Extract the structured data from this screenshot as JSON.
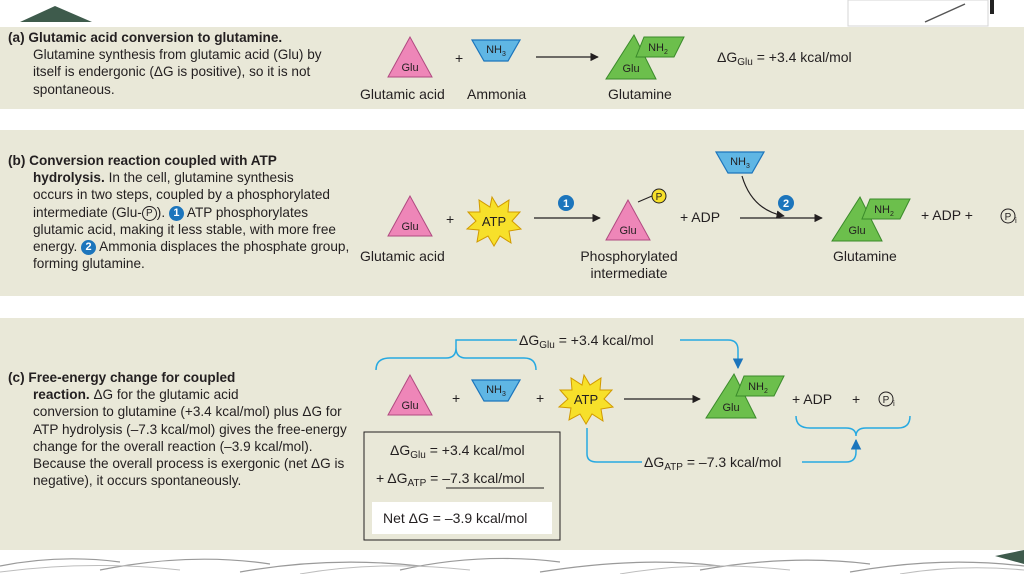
{
  "panels": {
    "a": {
      "title": "(a) Glutamic acid conversion to glutamine.",
      "body": "Glutamine synthesis from glutamic acid (Glu) by itself is endergonic (ΔG is positive), so it is not spontaneous.",
      "equation": "ΔGGlu = +3.4 kcal/mol"
    },
    "b": {
      "title": "(b) Conversion reaction coupled with ATP hydrolysis.",
      "body": "In the cell, glutamine synthesis occurs in two steps, coupled by a phosphorylated intermediate (Glu-P). 1 ATP phosphorylates glutamic acid, making it less stable, with more free energy. 2 Ammonia displaces the phosphate group, forming glutamine."
    },
    "c": {
      "title": "(c) Free-energy change for coupled reaction.",
      "body": "ΔG for the glutamic acid conversion to glutamine (+3.4 kcal/mol) plus ΔG for ATP hydrolysis (–7.3 kcal/mol) gives the free-energy change for the overall reaction (–3.9 kcal/mol). Because the overall process is exergonic (net ΔG is negative), it occurs spontaneously.",
      "sum_line1": "ΔGGlu = +3.4 kcal/mol",
      "sum_line2": "+ ΔGATP = –7.3 kcal/mol",
      "sum_net": "Net ΔG = –3.9 kcal/mol",
      "bracket_top": "ΔGGlu = +3.4 kcal/mol",
      "bracket_bottom": "ΔGATP = –7.3 kcal/mol"
    }
  },
  "molecules": {
    "glu": "Glu",
    "nh3": "NH3",
    "nh2": "NH2",
    "atp": "ATP",
    "p": "P",
    "pi": "Pi",
    "adp": "ADP"
  },
  "labels": {
    "glutamic_acid": "Glutamic acid",
    "ammonia": "Ammonia",
    "glutamine": "Glutamine",
    "phosphorylated": "Phosphorylated",
    "intermediate": "intermediate",
    "plus": "+",
    "plus_adp": "+ ADP",
    "plus_adp_plus": "+ ADP +",
    "step1": "1",
    "step2": "2"
  },
  "colors": {
    "panel_bg": "#e9e8d8",
    "glu_pink": "#ee86b8",
    "glutamine_green": "#6cbf4c",
    "nh3_blue": "#5fb6e4",
    "atp_yellow": "#f7e02a",
    "arrow_blue": "#1c75bc",
    "bracket_blue": "#27a9e1"
  }
}
